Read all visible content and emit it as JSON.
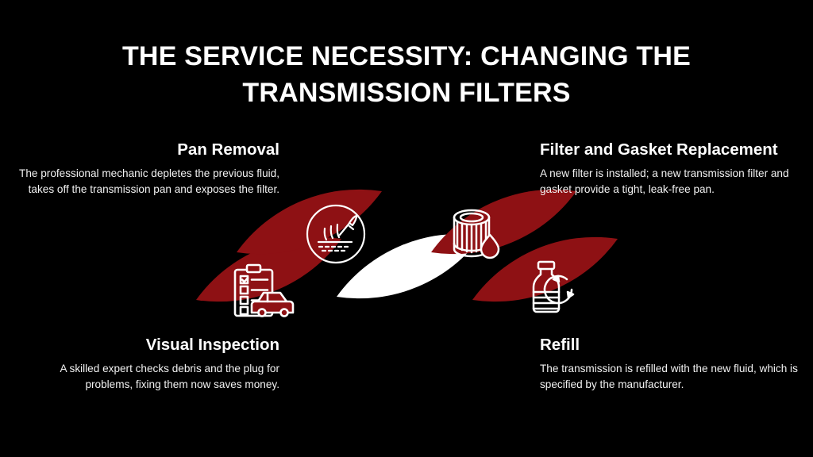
{
  "page": {
    "background_color": "#000000",
    "accent_color": "#8e1114",
    "text_color": "#ffffff",
    "center_shape_color": "#ffffff"
  },
  "title": "THE SERVICE NECESSITY: CHANGING THE TRANSMISSION FILTERS",
  "steps": [
    {
      "id": "pan-removal",
      "heading": "Pan Removal",
      "body": "The professional mechanic depletes the previous fluid, takes off the transmission pan and exposes the filter.",
      "align": "right",
      "icon": "drain-pan-tool-icon",
      "petal_color": "#8e1114"
    },
    {
      "id": "filter-and-gasket-replacement",
      "heading": "Filter and Gasket Replacement",
      "body": "A new filter is installed; a new transmission filter and gasket provide a tight, leak-free pan.",
      "align": "left",
      "icon": "oil-filter-droplet-icon",
      "petal_color": "#8e1114"
    },
    {
      "id": "visual-inspection",
      "heading": "Visual Inspection",
      "body": "A skilled expert checks debris and the plug for problems, fixing them now saves money.",
      "align": "right",
      "icon": "clipboard-car-checklist-icon",
      "petal_color": "#8e1114"
    },
    {
      "id": "refill",
      "heading": "Refill",
      "body": "The transmission is refilled with the new fluid, which is specified by the manufacturer.",
      "align": "left",
      "icon": "bottle-refill-arrow-icon",
      "petal_color": "#8e1114"
    }
  ],
  "center_petal": {
    "id": "center-petal",
    "color": "#ffffff",
    "label": ""
  }
}
